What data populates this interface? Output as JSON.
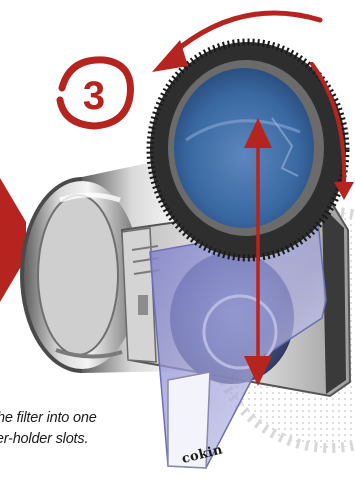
{
  "step": {
    "number": "3"
  },
  "caption": {
    "line1": "he filter into one",
    "line2": "ter-holder slots."
  },
  "filter_brand": "cokin",
  "colors": {
    "accent_red": "#b5241e",
    "filter_blue": "#3d6ea8",
    "filter_violet": "#8e8fd0",
    "metal_gray": "#9a9a9a"
  },
  "icons": {
    "step_badge": "numbered-circle-icon",
    "rotate_arrow": "curved-arrow-icon",
    "slide_arrow": "double-arrow-icon"
  }
}
